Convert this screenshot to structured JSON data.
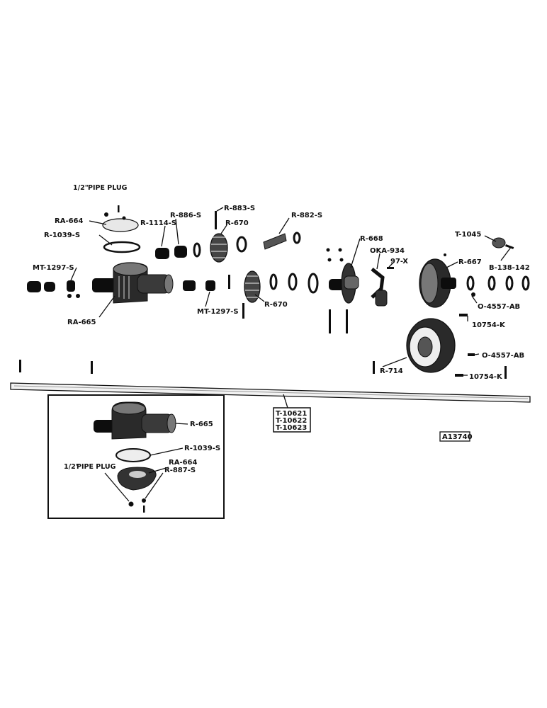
{
  "labels": {
    "pipe_plug_top_num": "1/2\"",
    "pipe_plug_top": "PIPE PLUG",
    "ra664_top": "RA-664",
    "r1039s_top": "R-1039-S",
    "mt1297s_left": "MT-1297-S",
    "ra665_main": "RA-665",
    "r1114s": "R-1114-S",
    "r886s": "R-886-S",
    "r883s": "R-883-S",
    "r670_top": "R-670",
    "r882s": "R-882-S",
    "mt1297s_mid": "MT-1297-S",
    "r670_bottom": "R-670",
    "r668": "R-668",
    "oka934": "OKA-934",
    "x97": "97-X",
    "r667": "R-667",
    "t1045": "T-1045",
    "b138142": "B-138-142",
    "o4557ab_1": "O-4557-AB",
    "k10754_1": "10754-K",
    "r714": "R-714",
    "o4557ab_2": "O-4557-AB",
    "k10754_2": "10754-K",
    "t10621": "T-10621",
    "t10622": "T-10622",
    "t10623": "T-10623",
    "ref": "A13740",
    "inset_r665": "R-665",
    "inset_r1039s": "R-1039-S",
    "inset_pipe_plug_num": "1/2\"",
    "inset_pipe_plug": "PIPE PLUG",
    "inset_ra664": "RA-664",
    "inset_r887s": "R-887-S"
  }
}
